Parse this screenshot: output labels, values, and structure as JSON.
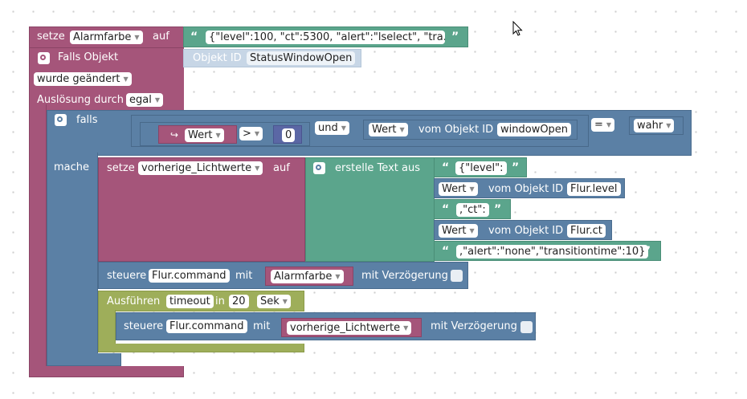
{
  "set_alarm": {
    "setze": "setze",
    "variable": "Alarmfarbe",
    "auf": "auf",
    "text_value": "{\"level\":100, \"ct\":5300, \"alert\":\"lselect\", \"tra..."
  },
  "trigger": {
    "falls_objekt": "Falls Objekt",
    "objekt_id_label": "Objekt ID",
    "objekt_id_value": "StatusWindowOpen",
    "wurde_geaendert": "wurde geändert",
    "ausloesung_durch": "Auslösung durch",
    "ausloesung_value": "egal"
  },
  "if_block": {
    "falls": "falls",
    "mache": "mache",
    "wert_var": "Wert",
    "compare_op": ">",
    "compare_value": "0",
    "logic_op": "und",
    "wert_dd": "Wert",
    "vom_objekt_id": "vom Objekt ID",
    "object_id": "windowOpen",
    "eq_op": "=",
    "bool_value": "wahr"
  },
  "set_prev": {
    "setze": "setze",
    "variable": "vorherige_Lichtwerte",
    "auf": "auf",
    "erstelle_text_aus": "erstelle Text aus",
    "text1": "{\"level\":",
    "wert1": "Wert",
    "vom1": "vom Objekt ID",
    "obj1": "Flur.level",
    "text2": ",\"ct\":",
    "wert2": "Wert",
    "vom2": "vom Objekt ID",
    "obj2": "Flur.ct",
    "text3": ",\"alert\":\"none\",\"transitiontime\":10}"
  },
  "control1": {
    "steuere": "steuere",
    "object": "Flur.command",
    "mit": "mit",
    "variable": "Alarmfarbe",
    "mit_verzoegerung": "mit Verzögerung"
  },
  "timeout": {
    "ausfuehren": "Ausführen",
    "name": "timeout",
    "in": "in",
    "value": "20",
    "unit": "Sek"
  },
  "control2": {
    "steuere": "steuere",
    "object": "Flur.command",
    "mit": "mit",
    "variable": "vorherige_Lichtwerte",
    "mit_verzoegerung": "mit Verzögerung"
  },
  "colors": {
    "variables": "#a5557a",
    "logic": "#5b80a5",
    "text": "#5ba58c",
    "timeouts": "#9eae5a"
  }
}
